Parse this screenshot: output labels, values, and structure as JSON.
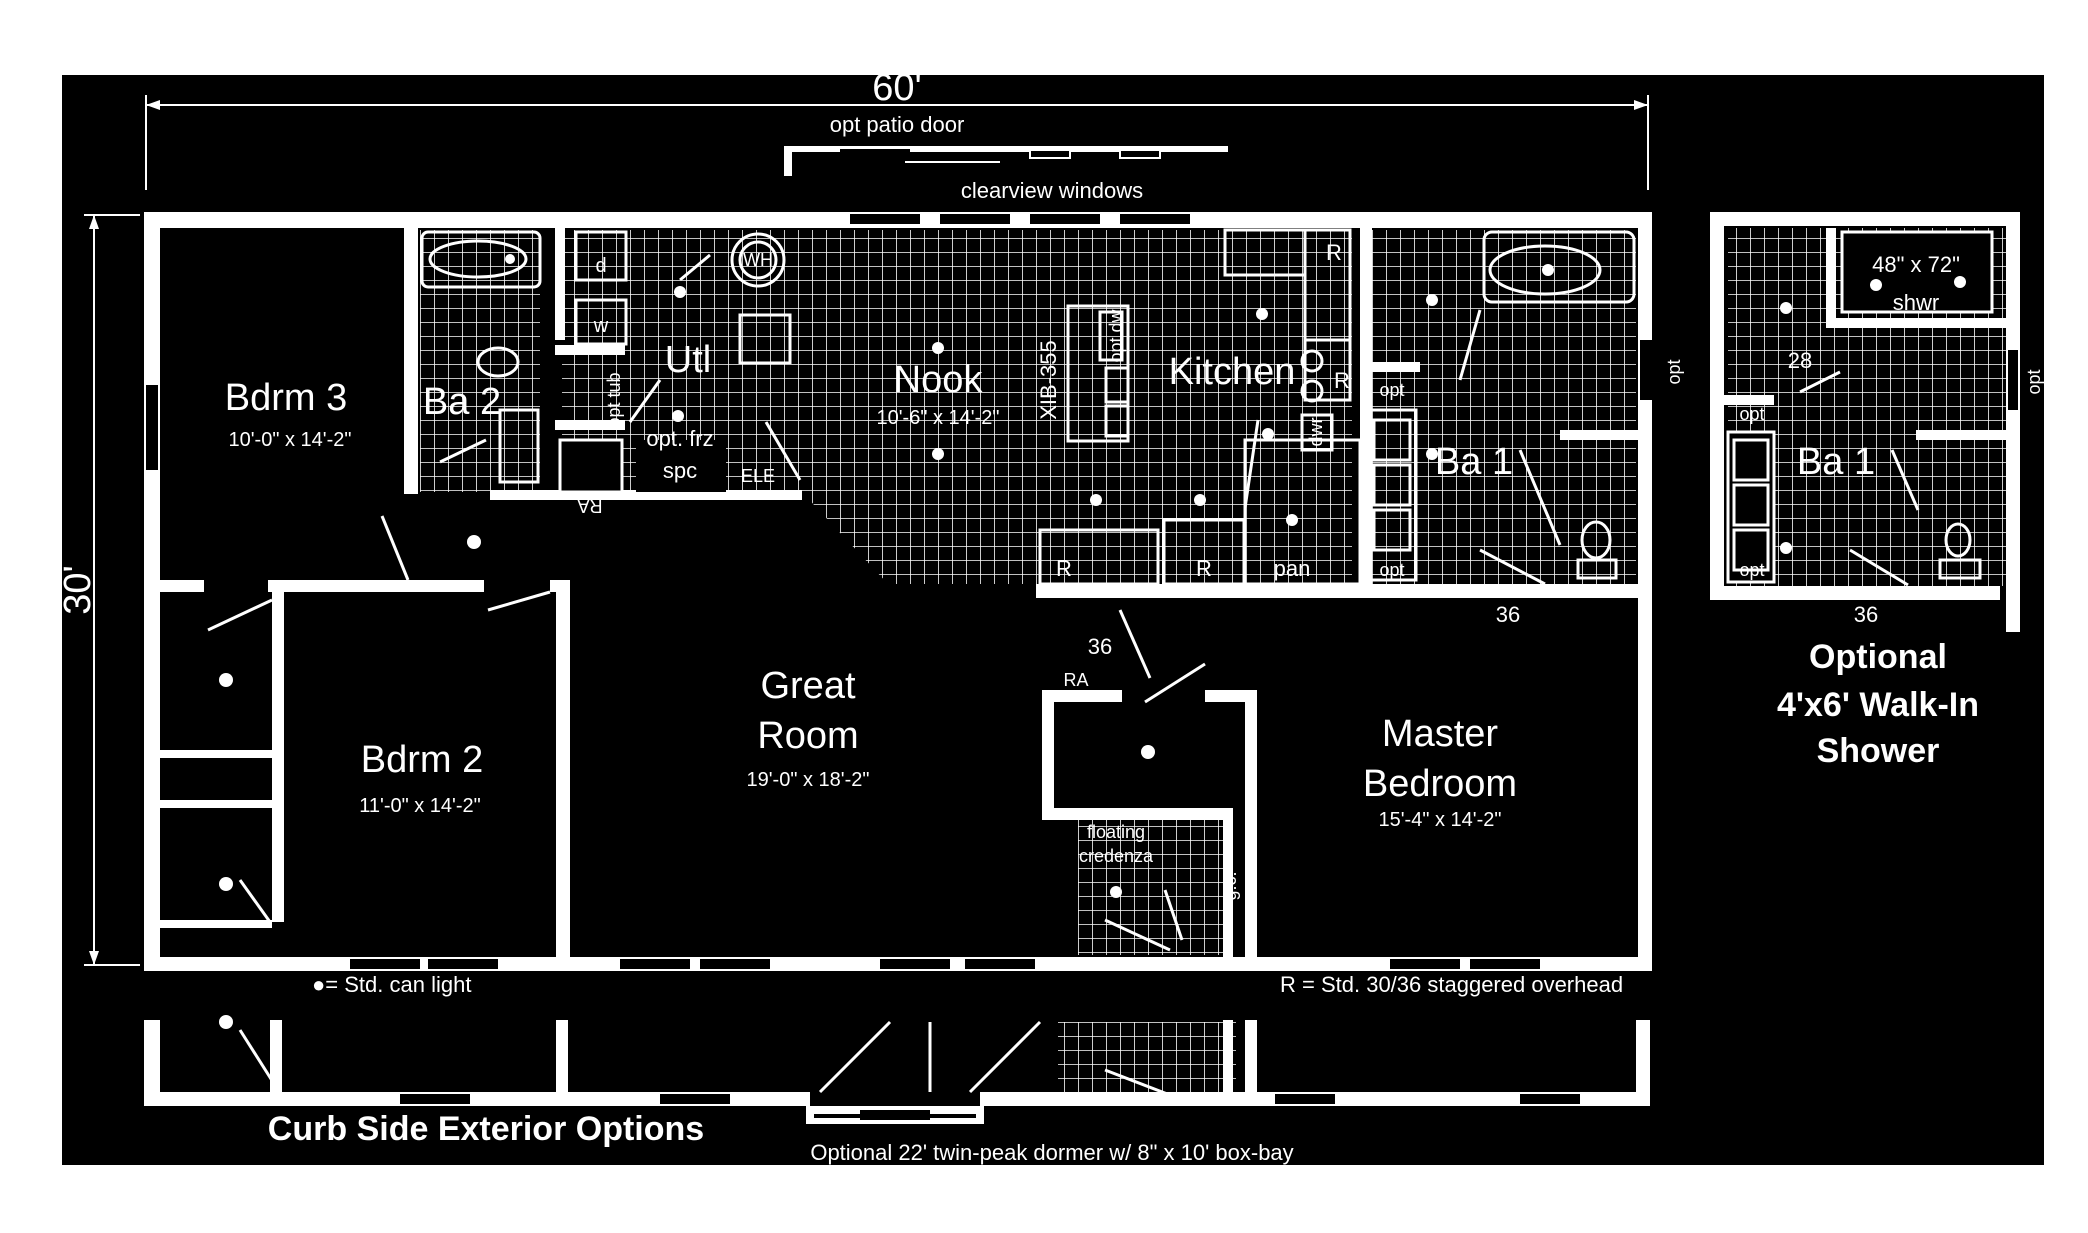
{
  "plan": {
    "dimensions": {
      "width": "60'",
      "depth": "30'"
    },
    "top_notes": {
      "patio_door": "opt patio door",
      "windows": "clearview windows"
    },
    "rooms": {
      "bdrm3": {
        "name": "Bdrm 3",
        "size": "10'-0\" x 14'-2\""
      },
      "ba2": {
        "name": "Ba 2"
      },
      "utl": {
        "name": "Utl",
        "opt_frz": "opt. frz",
        "spc": "spc",
        "ele": "ELE",
        "d": "d",
        "w": "w",
        "wh": "WH",
        "opt_tub": "opt tub"
      },
      "nook": {
        "name": "Nook",
        "size": "10'-6\" x 14'-2\""
      },
      "kitchen": {
        "name": "Kitchen",
        "xib": "XIB-355",
        "optdw": "opt dw",
        "dwr": "dwr",
        "pan": "pan"
      },
      "ba1": {
        "name": "Ba 1",
        "opt": "opt"
      },
      "bdrm2": {
        "name": "Bdrm 2",
        "size": "11'-0\" x 14'-2\""
      },
      "great_room": {
        "name_line1": "Great",
        "name_line2": "Room",
        "size": "19'-0\" x 18'-2\""
      },
      "master": {
        "name_line1": "Master",
        "name_line2": "Bedroom",
        "size": "15'-4\" x 14'-2\""
      },
      "closet": {
        "floating": "floating",
        "credenza": "credenza",
        "gc": "g.c.",
        "ra": "RA"
      }
    },
    "marks": {
      "r": "R",
      "ra": "RA",
      "d36": "36",
      "opt": "opt"
    },
    "legend": {
      "can_light": "●= Std. can light",
      "overhead": "R = Std. 30/36 staggered overhead"
    },
    "optional_shower": {
      "shwr_size": "48\" x 72\"",
      "shwr": "shwr",
      "ba1": "Ba 1",
      "d28": "28",
      "d36": "36",
      "opt": "opt",
      "caption_1": "Optional",
      "caption_2": "4'x6' Walk-In",
      "caption_3": "Shower"
    },
    "exterior": {
      "caption": "Curb Side Exterior Options",
      "dormer": "Optional 22' twin-peak dormer w/ 8\" x 10' box-bay"
    }
  },
  "colors": {
    "background": "#000000",
    "foreground": "#ffffff",
    "page": "#ffffff"
  }
}
